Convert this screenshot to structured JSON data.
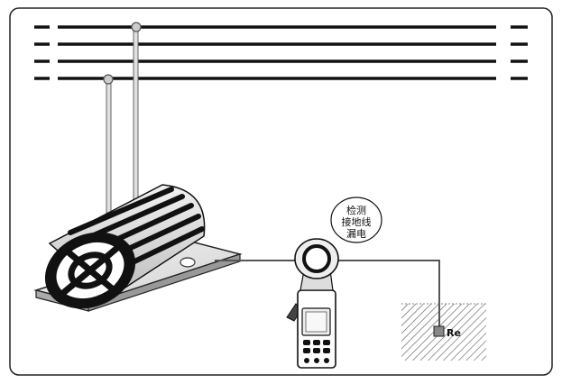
{
  "annotation": {
    "lines": [
      "检测",
      "接地线",
      "漏电"
    ]
  },
  "ground": {
    "label": "Re"
  },
  "colors": {
    "line": "#111111",
    "wire": "#666666",
    "hatch": "#555555",
    "border": "#222222"
  }
}
